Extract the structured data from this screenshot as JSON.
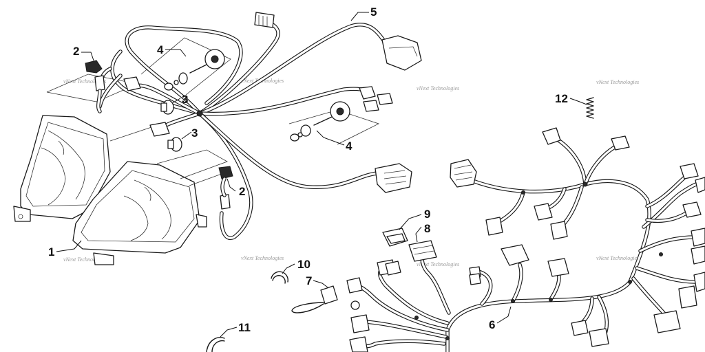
{
  "callouts": [
    {
      "id": "c1",
      "label": "1"
    },
    {
      "id": "c2a",
      "label": "2"
    },
    {
      "id": "c2b",
      "label": "2"
    },
    {
      "id": "c3a",
      "label": "3"
    },
    {
      "id": "c3b",
      "label": "3"
    },
    {
      "id": "c4a",
      "label": "4"
    },
    {
      "id": "c4b",
      "label": "4"
    },
    {
      "id": "c5",
      "label": "5"
    },
    {
      "id": "c6",
      "label": "6"
    },
    {
      "id": "c7",
      "label": "7"
    },
    {
      "id": "c8",
      "label": "8"
    },
    {
      "id": "c9",
      "label": "9"
    },
    {
      "id": "c10",
      "label": "10"
    },
    {
      "id": "c11",
      "label": "11"
    },
    {
      "id": "c12",
      "label": "12"
    }
  ],
  "watermark": "vNext Technologies"
}
